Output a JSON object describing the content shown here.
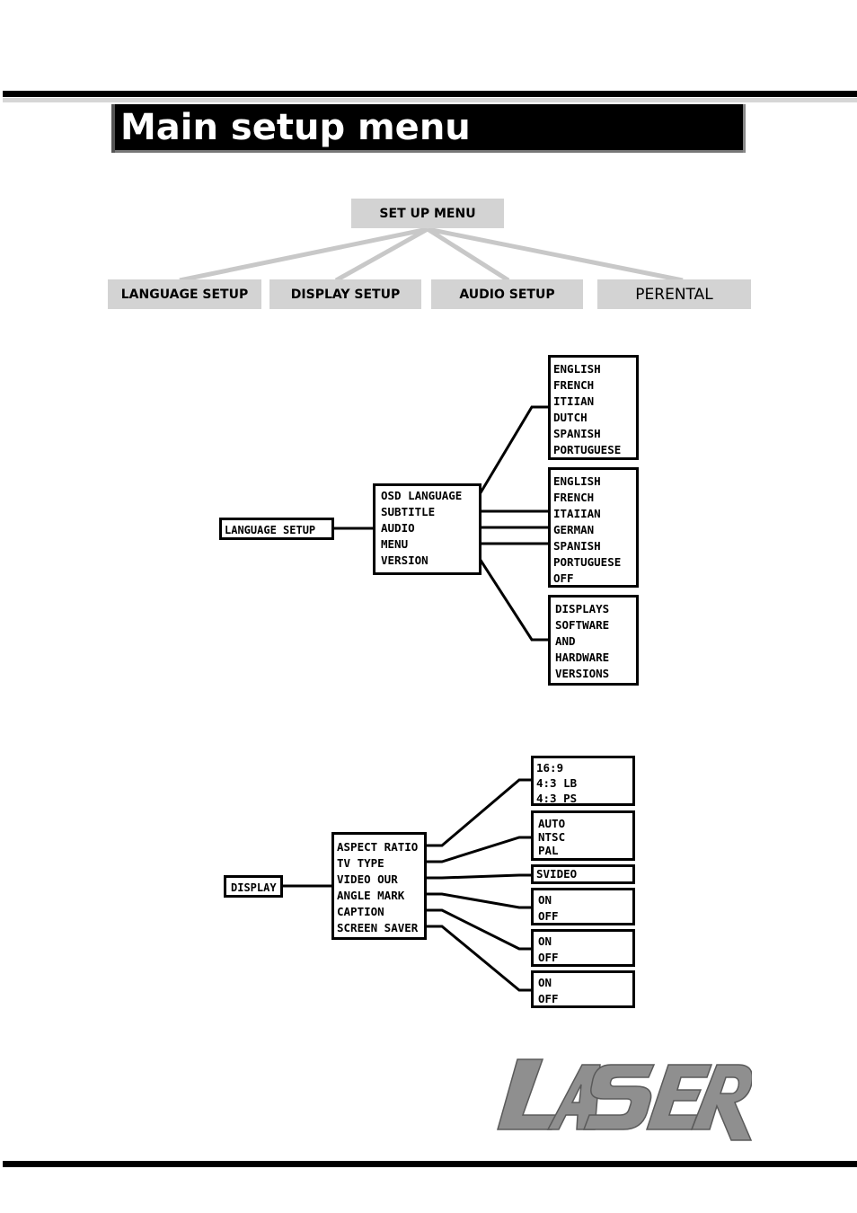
{
  "page": {
    "title": "Main setup menu"
  },
  "tree": {
    "root": "SET UP MENU",
    "children": [
      "LANGUAGE SETUP",
      "DISPLAY SETUP",
      "AUDIO SETUP",
      "PERENTAL"
    ]
  },
  "language_section": {
    "root": "LANGUAGE SETUP",
    "items": [
      "OSD LANGUAGE",
      "SUBTITLE",
      "AUDIO",
      "MENU",
      "VERSION"
    ],
    "osd_options": [
      "ENGLISH",
      "FRENCH",
      "ITIIAN",
      "DUTCH",
      "SPANISH",
      "PORTUGUESE"
    ],
    "subtitle_audio_menu_options": [
      "ENGLISH",
      "FRENCH",
      "ITAIIAN",
      "GERMAN",
      "SPANISH",
      "PORTUGUESE",
      "OFF"
    ],
    "version_info": [
      "DISPLAYS",
      "SOFTWARE",
      "AND",
      "HARDWARE",
      "VERSIONS"
    ]
  },
  "display_section": {
    "root": "DISPLAY",
    "items": [
      "ASPECT RATIO",
      "TV TYPE",
      "VIDEO OUR",
      "ANGLE MARK",
      "CAPTION",
      "SCREEN SAVER"
    ],
    "aspect_options": [
      "16:9",
      "4:3 LB",
      "4:3 PS"
    ],
    "tv_type_options": [
      "AUTO",
      "NTSC",
      "PAL"
    ],
    "video_options": [
      "SVIDEO"
    ],
    "angle_mark_options": [
      "ON",
      "OFF"
    ],
    "caption_options": [
      "ON",
      "OFF"
    ],
    "screen_saver_options": [
      "ON",
      "OFF"
    ]
  },
  "brand": {
    "logo_text": "LASER"
  }
}
